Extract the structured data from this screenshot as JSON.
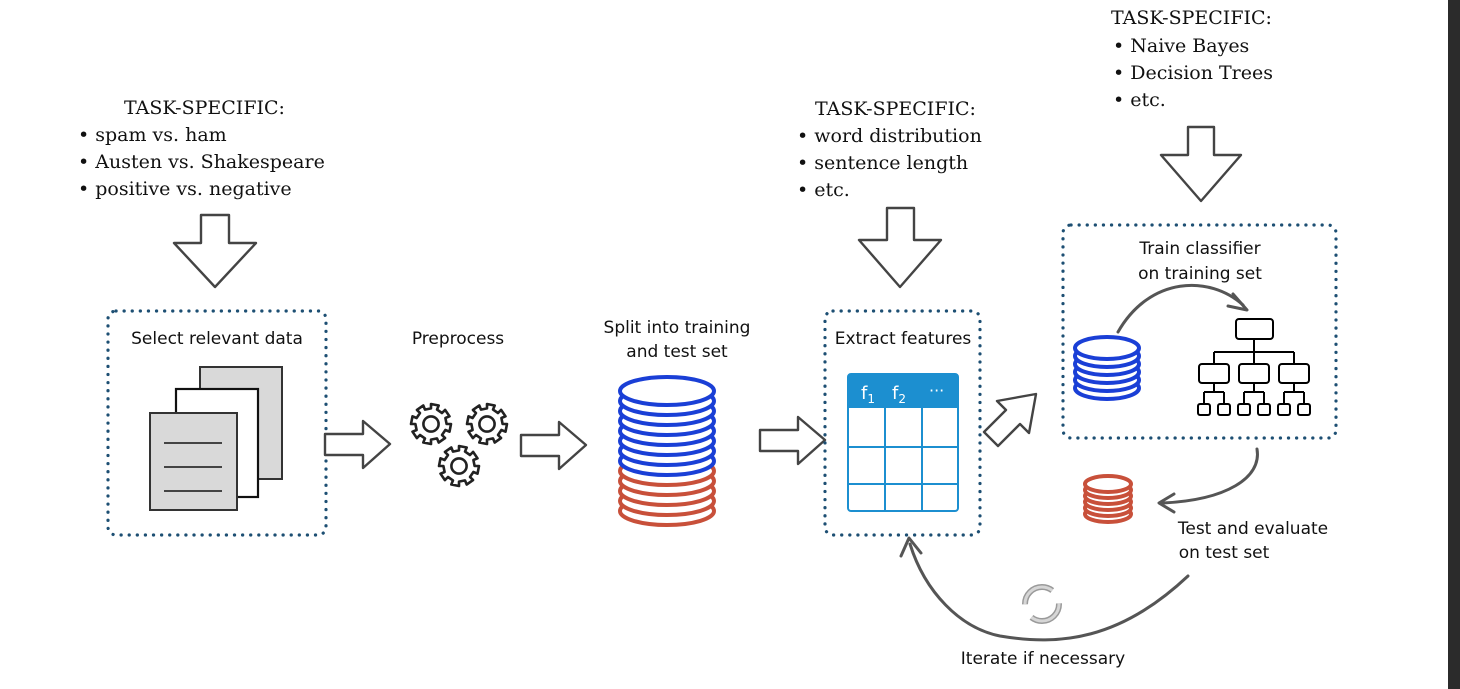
{
  "task_specific_1": {
    "heading": "TASK-SPECIFIC:",
    "items": [
      "• spam vs. ham",
      "• Austen vs. Shakespeare",
      "• positive vs. negative"
    ]
  },
  "task_specific_2": {
    "heading": "TASK-SPECIFIC:",
    "items": [
      "• word distribution",
      "• sentence length",
      "• etc."
    ]
  },
  "task_specific_3": {
    "heading": "TASK-SPECIFIC:",
    "items": [
      "• Naive Bayes",
      "• Decision Trees",
      "• etc."
    ]
  },
  "steps": {
    "select": "Select relevant data",
    "preprocess": "Preprocess",
    "split_line1": "Split into training",
    "split_line2": "and test set",
    "extract": "Extract features",
    "train_line1": "Train classifier",
    "train_line2": "on training set",
    "test_line1": "Test and evaluate",
    "test_line2": "on test set",
    "iterate": "Iterate if necessary"
  },
  "feature_table": {
    "f1": "f",
    "f1_sub": "1",
    "f2": "f",
    "f2_sub": "2",
    "more": "···"
  },
  "colors": {
    "dotted_border": "#1d4f73",
    "training_set": "#1a3fd6",
    "test_set": "#c8503a",
    "table_header": "#1c8fd0"
  }
}
